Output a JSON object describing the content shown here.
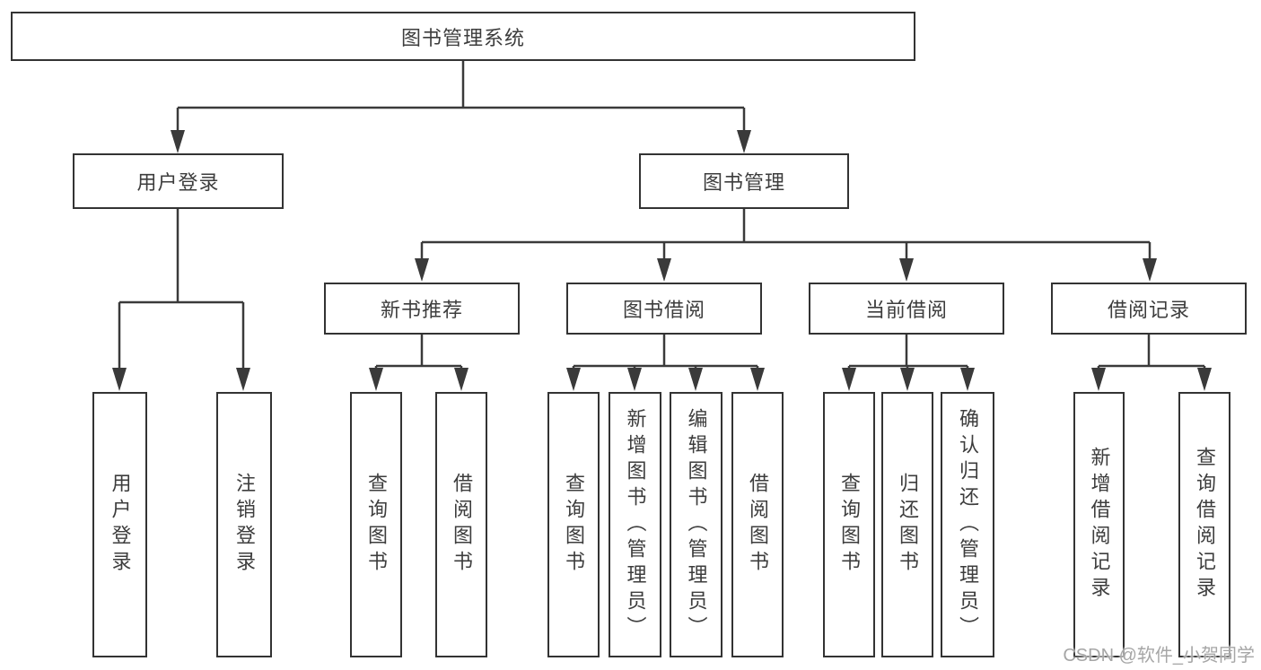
{
  "root": {
    "label": "图书管理系统"
  },
  "branches": {
    "user_login": {
      "label": "用户登录",
      "children": [
        "用户登录",
        "注销登录"
      ]
    },
    "book_management": {
      "label": "图书管理"
    }
  },
  "modules": [
    {
      "label": "新书推荐",
      "children": [
        "查询图书",
        "借阅图书"
      ]
    },
    {
      "label": "图书借阅",
      "children": [
        "查询图书",
        "新增图书（管理员）",
        "编辑图书（管理员）",
        "借阅图书"
      ]
    },
    {
      "label": "当前借阅",
      "children": [
        "查询图书",
        "归还图书",
        "确认归还（管理员）"
      ]
    },
    {
      "label": "借阅记录",
      "children": [
        "新增借阅记录",
        "查询借阅记录"
      ]
    }
  ],
  "watermark": "CSDN @软件_小贺同学",
  "colors": {
    "line": "#3a3a3a",
    "box_border": "#333333",
    "text": "#3d3d3d",
    "watermark": "#a6a6a6",
    "background": "#ffffff"
  }
}
